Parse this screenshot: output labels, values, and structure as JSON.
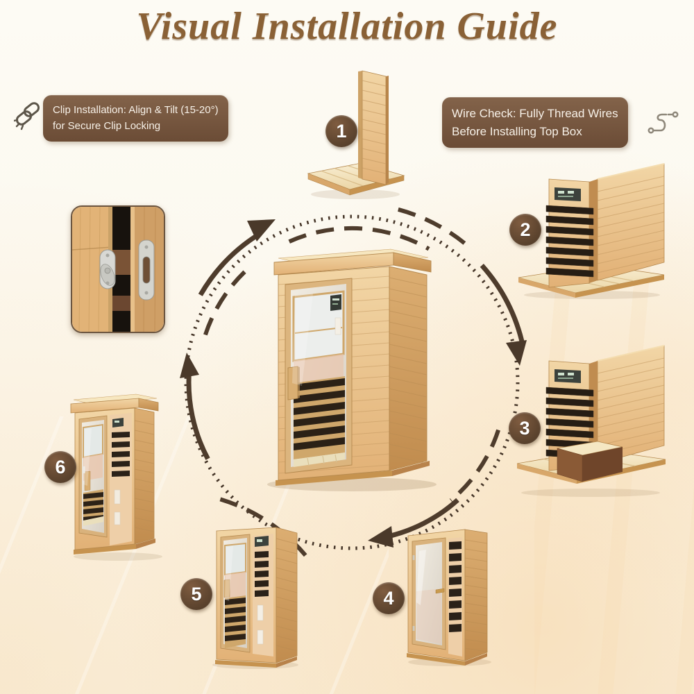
{
  "title": "Visual Installation Guide",
  "callouts": {
    "left": {
      "icon": "broken-chain-link-icon",
      "line1": "Clip Installation: Align & Tilt (15-20°)",
      "line2": "for Secure Clip Locking"
    },
    "right": {
      "icon": "wire-icon",
      "line1": "Wire Check: Fully Thread Wires",
      "line2": "Before Installing Top Box"
    }
  },
  "steps": [
    {
      "number": "1",
      "name": "floor-base-with-back-panel"
    },
    {
      "number": "2",
      "name": "heater-wall-and-side-wall-on-base"
    },
    {
      "number": "3",
      "name": "bench-installed"
    },
    {
      "number": "4",
      "name": "front-wall-with-glass-door"
    },
    {
      "number": "5",
      "name": "cabin-fully-walled"
    },
    {
      "number": "6",
      "name": "finished-sauna-with-top-box"
    }
  ],
  "center_image": "assembled-infrared-sauna",
  "inset_image": "clip-lock-hardware-closeup",
  "flow_direction": "clockwise",
  "colors": {
    "title_brown": "#8a6136",
    "callout_brown": "#6f5038",
    "badge_brown": "#5d4430",
    "arrow_brown": "#4a392a",
    "background_cream": "#fcf8ee"
  }
}
